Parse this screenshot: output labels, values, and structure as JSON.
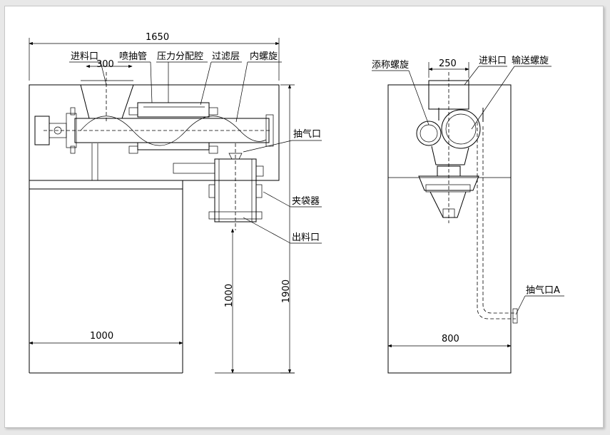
{
  "front_view": {
    "dimensions": {
      "overall_width": "1650",
      "inlet_width": "300",
      "table_width": "1000",
      "outlet_height": "1000",
      "overall_height": "1900"
    },
    "labels": {
      "inlet": "进料口",
      "injection_tube": "喷抽管",
      "pressure_chamber": "压力分配腔",
      "filter_layer": "过滤层",
      "inner_screw": "内螺旋",
      "suction_port": "抽气口",
      "bag_clamp": "夹袋器",
      "outlet": "出料口"
    }
  },
  "side_view": {
    "dimensions": {
      "inlet_width": "250",
      "base_width": "800"
    },
    "labels": {
      "feeding_screw": "添称螺旋",
      "inlet": "进料口",
      "conveying_screw": "输送螺旋",
      "suction_port_a": "抽气口A"
    }
  }
}
